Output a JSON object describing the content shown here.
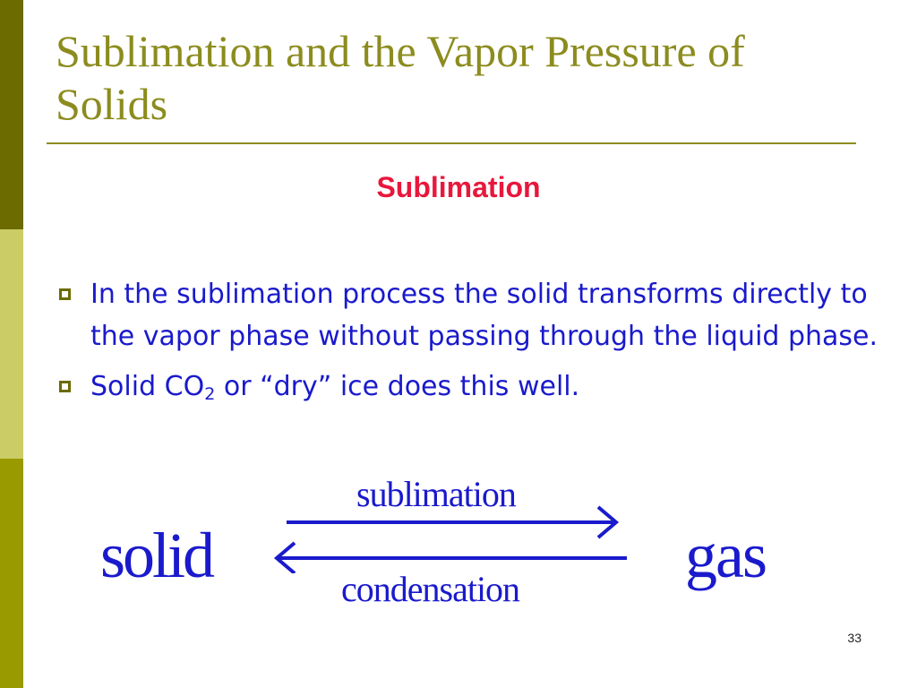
{
  "slide": {
    "title": "Sublimation and the Vapor Pressure of Solids",
    "subheading": "Sublimation",
    "bullets": [
      {
        "text": "In the sublimation process the solid transforms directly to the vapor phase without passing through the liquid phase."
      },
      {
        "text_before": "Solid CO",
        "subscript": "2",
        "text_after": " or “dry” ice does this well."
      }
    ],
    "diagram": {
      "left_label": "solid",
      "right_label": "gas",
      "forward_label": "sublimation",
      "reverse_label": "condensation"
    },
    "page_number": "33"
  },
  "colors": {
    "title": "#8c8c1f",
    "subheading": "#e8173c",
    "body_text": "#1a1acc",
    "sidebar_top": "#6b6b00",
    "sidebar_middle": "#cccc66",
    "sidebar_bottom": "#999900"
  },
  "icons": {
    "bullet": "hollow-square-bullet-icon",
    "forward_arrow": "right-arrow-icon",
    "reverse_arrow": "left-arrow-icon"
  }
}
